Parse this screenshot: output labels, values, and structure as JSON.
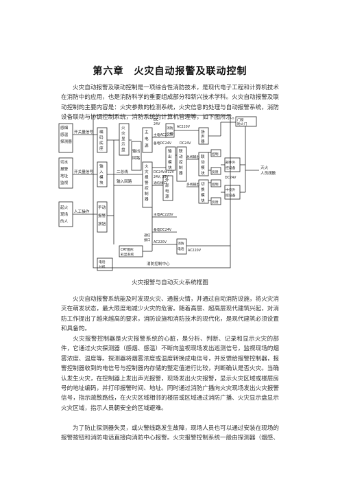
{
  "chapter_title": "第六章　火灾自动报警及联动控制",
  "paragraphs": [
    "火灾自动报警及联动控制是一项综合性消防技术，是现代电子工程和计算机技术在消防中的应用，也是消防科学的重要组成部分和新兴技术学科。火灾自动报警及联动控制的主要内容是：火灾参数的检测系统，火灾信息的处理与自动报警系统，消防设备联动与协调控制系统，消防系统的计算机管理等，如下图所示。",
    "火灾自动报警系统能及时发现火灾、通报火情，并通过自动消防设施，将火灾消灭在萌发状态，最大限度地减少火灾的危害。随着高层、超高层现代建筑兴起，对消防工作提出了越来越高的要求，消防设施和消防技术的现代化，是现代建筑必须设置和具备的。",
    "火灾报警控制器是火灾报警系统的心脏，是分析、判断、记录和显示火灾的部件，它通过火灾探测器（感烟、感温）不断向监视现场发出巡测信号，监视现场的烟雾浓度、温度等。探测器将烟雾浓度或温度转换成电信号，并反馈给报警控制器，报警控制器收到的电信号与控制器内存储的整定值进行比较，判断确认是否火灾。当确认发生火灾，在控制器上发出声光报警，现场发出火灾报警，显示火灾区域或楼层房号的地址编码，并打印报警时间、地址。同时通过消防广播向火灾现场发出火灾报警信号，指示疏散路线，在火灾区域相邻的楼层或区域通过消防广播、火灾显示盘显示火灾区域，指示人员朝安全的区域避难。",
    "为了防止探测器失灵，或火警线路发生故障，现场人员也可以通过安装在现场的报警按钮和消防电话直接向消防中心报警。火灾报警控制系统一般由探测器（烟感、"
  ],
  "figure_caption": "火灾报警与自动灭火系统框图",
  "diagram": {
    "left_inputs": [
      {
        "label": [
          "感烟",
          "感温",
          "探测器"
        ]
      },
      {
        "label": [
          "切水",
          "报警",
          "地址",
          "监视"
        ]
      },
      {
        "label": [
          "起火",
          "现场",
          "的人"
        ]
      }
    ],
    "signals": {
      "switch_1": "开关量信号",
      "switch_2": "开关量信号",
      "switch_3": "开关量信号",
      "manual": "人工操作"
    },
    "modules": {
      "coding_base": [
        "编",
        "码",
        "底",
        "座"
      ],
      "input_module": [
        "输",
        "入",
        "模",
        "块"
      ],
      "manual_alarm": [
        "手动",
        "报警",
        "按钮"
      ],
      "fire_display": [
        "火",
        "灾",
        "显",
        "示",
        "盘"
      ],
      "bus_2": "二总线",
      "bus_label": "二总线",
      "input_loop": "输入回路",
      "output_loop": [
        "输出",
        "回路"
      ],
      "controller": [
        "火",
        "灾",
        "报",
        "警",
        "控",
        "制",
        "器"
      ],
      "controller_spec": [
        "DC24V±12V",
        "24V, 35V"
      ],
      "comm_port": "通信接口",
      "comm_port2": [
        "通信",
        "接口"
      ],
      "crt": [
        "CRT图形",
        "彩显系统"
      ],
      "phone_ext": [
        "电话",
        "分机"
      ],
      "main_power": [
        "主",
        "电",
        "源"
      ],
      "backup_power": "备电DC24V",
      "dc24v": "DC24V",
      "output_module": [
        "输",
        "出",
        "模",
        "块"
      ],
      "total_out": "总线输出",
      "mulit_out": "多线输出",
      "linkage_ctrl": [
        "联",
        "动",
        "控",
        "制",
        "器"
      ],
      "fire_bcast": [
        "消防",
        "广播"
      ],
      "dc_24v": [
        "DC",
        "24V"
      ],
      "ac220_top": "AC220V",
      "main_ac": "主电AC220V",
      "fire_phone": [
        "消防",
        "电话"
      ],
      "ext_power": [
        "外",
        "部",
        "电",
        "源"
      ],
      "main_ac2": "主电AC220V",
      "backup_dc": "备电DC24V",
      "ac220v": "AC220V",
      "ac220v_b": "AC220V",
      "speaker": [
        "扬",
        "声",
        "器"
      ],
      "control_1": "控制",
      "feedback_1": "反馈",
      "control_2": "控制",
      "feedback_2": "反馈",
      "interlock": [
        "联",
        "动",
        "模",
        "块"
      ],
      "relay": [
        "切",
        "换",
        "模",
        "块"
      ],
      "fire_shutter": [
        "门窗",
        "防火门"
      ],
      "mid_ext": [
        "部件外",
        "控设备"
      ],
      "mid_int": [
        "中央外",
        "控设备"
      ],
      "dc24v_r": "DC24V",
      "outputs": [
        "灭火",
        "人员疏散"
      ],
      "center": "消防控制中心"
    }
  }
}
